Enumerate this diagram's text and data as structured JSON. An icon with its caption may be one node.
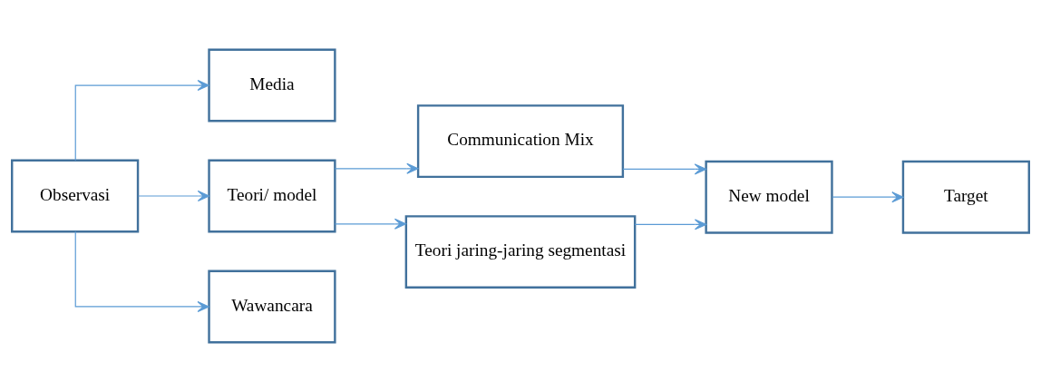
{
  "diagram": {
    "nodes": [
      {
        "text": [
          "Observasi"
        ]
      },
      {
        "text": [
          "Media"
        ]
      },
      {
        "text": [
          "Teori/ model"
        ]
      },
      {
        "text": [
          "Wawancara"
        ]
      },
      {
        "text": [
          "Communication Mix"
        ]
      },
      {
        "text": [
          "Teori jaring-jaring segmentasi"
        ]
      },
      {
        "text": [
          "New model"
        ]
      },
      {
        "text": [
          "Target"
        ]
      }
    ],
    "edges": [
      {
        "from": 0,
        "to": 1,
        "arrow": "to"
      },
      {
        "from": 0,
        "to": 2,
        "arrow": "to"
      },
      {
        "from": 0,
        "to": 3,
        "arrow": "to"
      },
      {
        "from": 2,
        "to": 4,
        "arrow": "to"
      },
      {
        "from": 2,
        "to": 5,
        "arrow": "to"
      },
      {
        "from": 4,
        "to": 6,
        "arrow": "to"
      },
      {
        "from": 5,
        "to": 6,
        "arrow": "to"
      },
      {
        "from": 6,
        "to": 7,
        "arrow": "to"
      }
    ]
  }
}
